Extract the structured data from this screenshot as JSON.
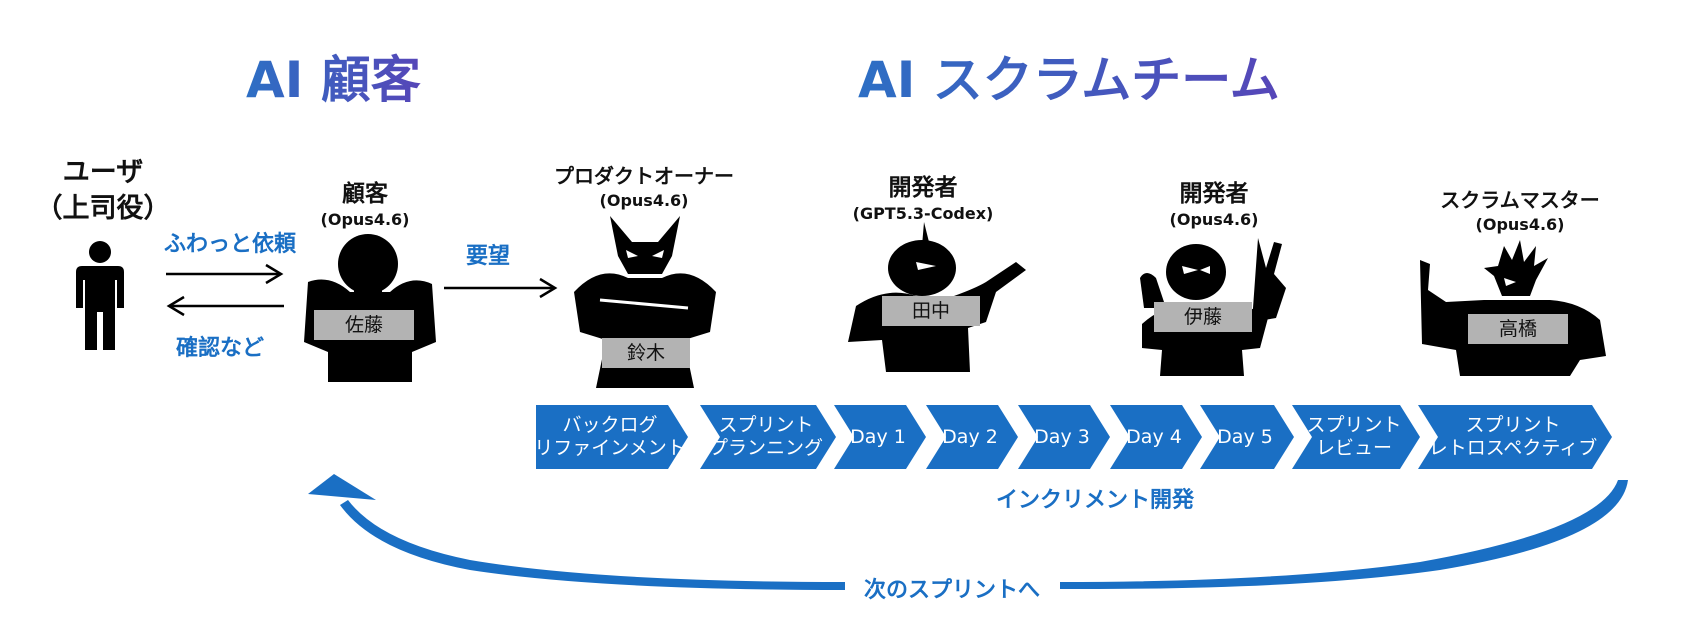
{
  "titles": {
    "customer": "AI 顧客",
    "team": "AI スクラムチーム"
  },
  "user": {
    "line1": "ユーザ",
    "line2": "（上司役）"
  },
  "arrows": {
    "request": "ふわっと依頼",
    "confirm": "確認など",
    "demand": "要望"
  },
  "roles": [
    {
      "title": "顧客",
      "model": "(Opus4.6)",
      "tag": "佐藤"
    },
    {
      "title": "プロダクトオーナー",
      "model": "(Opus4.6)",
      "tag": "鈴木"
    },
    {
      "title": "開発者",
      "model": "(GPT5.3-Codex)",
      "tag": "田中"
    },
    {
      "title": "開発者",
      "model": "(Opus4.6)",
      "tag": "伊藤"
    },
    {
      "title": "スクラムマスター",
      "model": "(Opus4.6)",
      "tag": "高橋"
    }
  ],
  "process": [
    {
      "line1": "バックログ",
      "line2": "リファインメント"
    },
    {
      "line1": "スプリント",
      "line2": "プランニング"
    },
    {
      "line1": "Day 1"
    },
    {
      "line1": "Day 2"
    },
    {
      "line1": "Day 3"
    },
    {
      "line1": "Day 4"
    },
    {
      "line1": "Day 5"
    },
    {
      "line1": "スプリント",
      "line2": "レビュー"
    },
    {
      "line1": "スプリント",
      "line2": "レトロスペクティブ"
    }
  ],
  "increment_label": "インクリメント開発",
  "next_sprint_label": "次のスプリントへ",
  "colors": {
    "accent": "#1a6fc4",
    "chevron": "#1a6fc4",
    "title_start": "#2d6fc4",
    "title_end": "#5646b8",
    "tag": "#b3b3b3"
  }
}
